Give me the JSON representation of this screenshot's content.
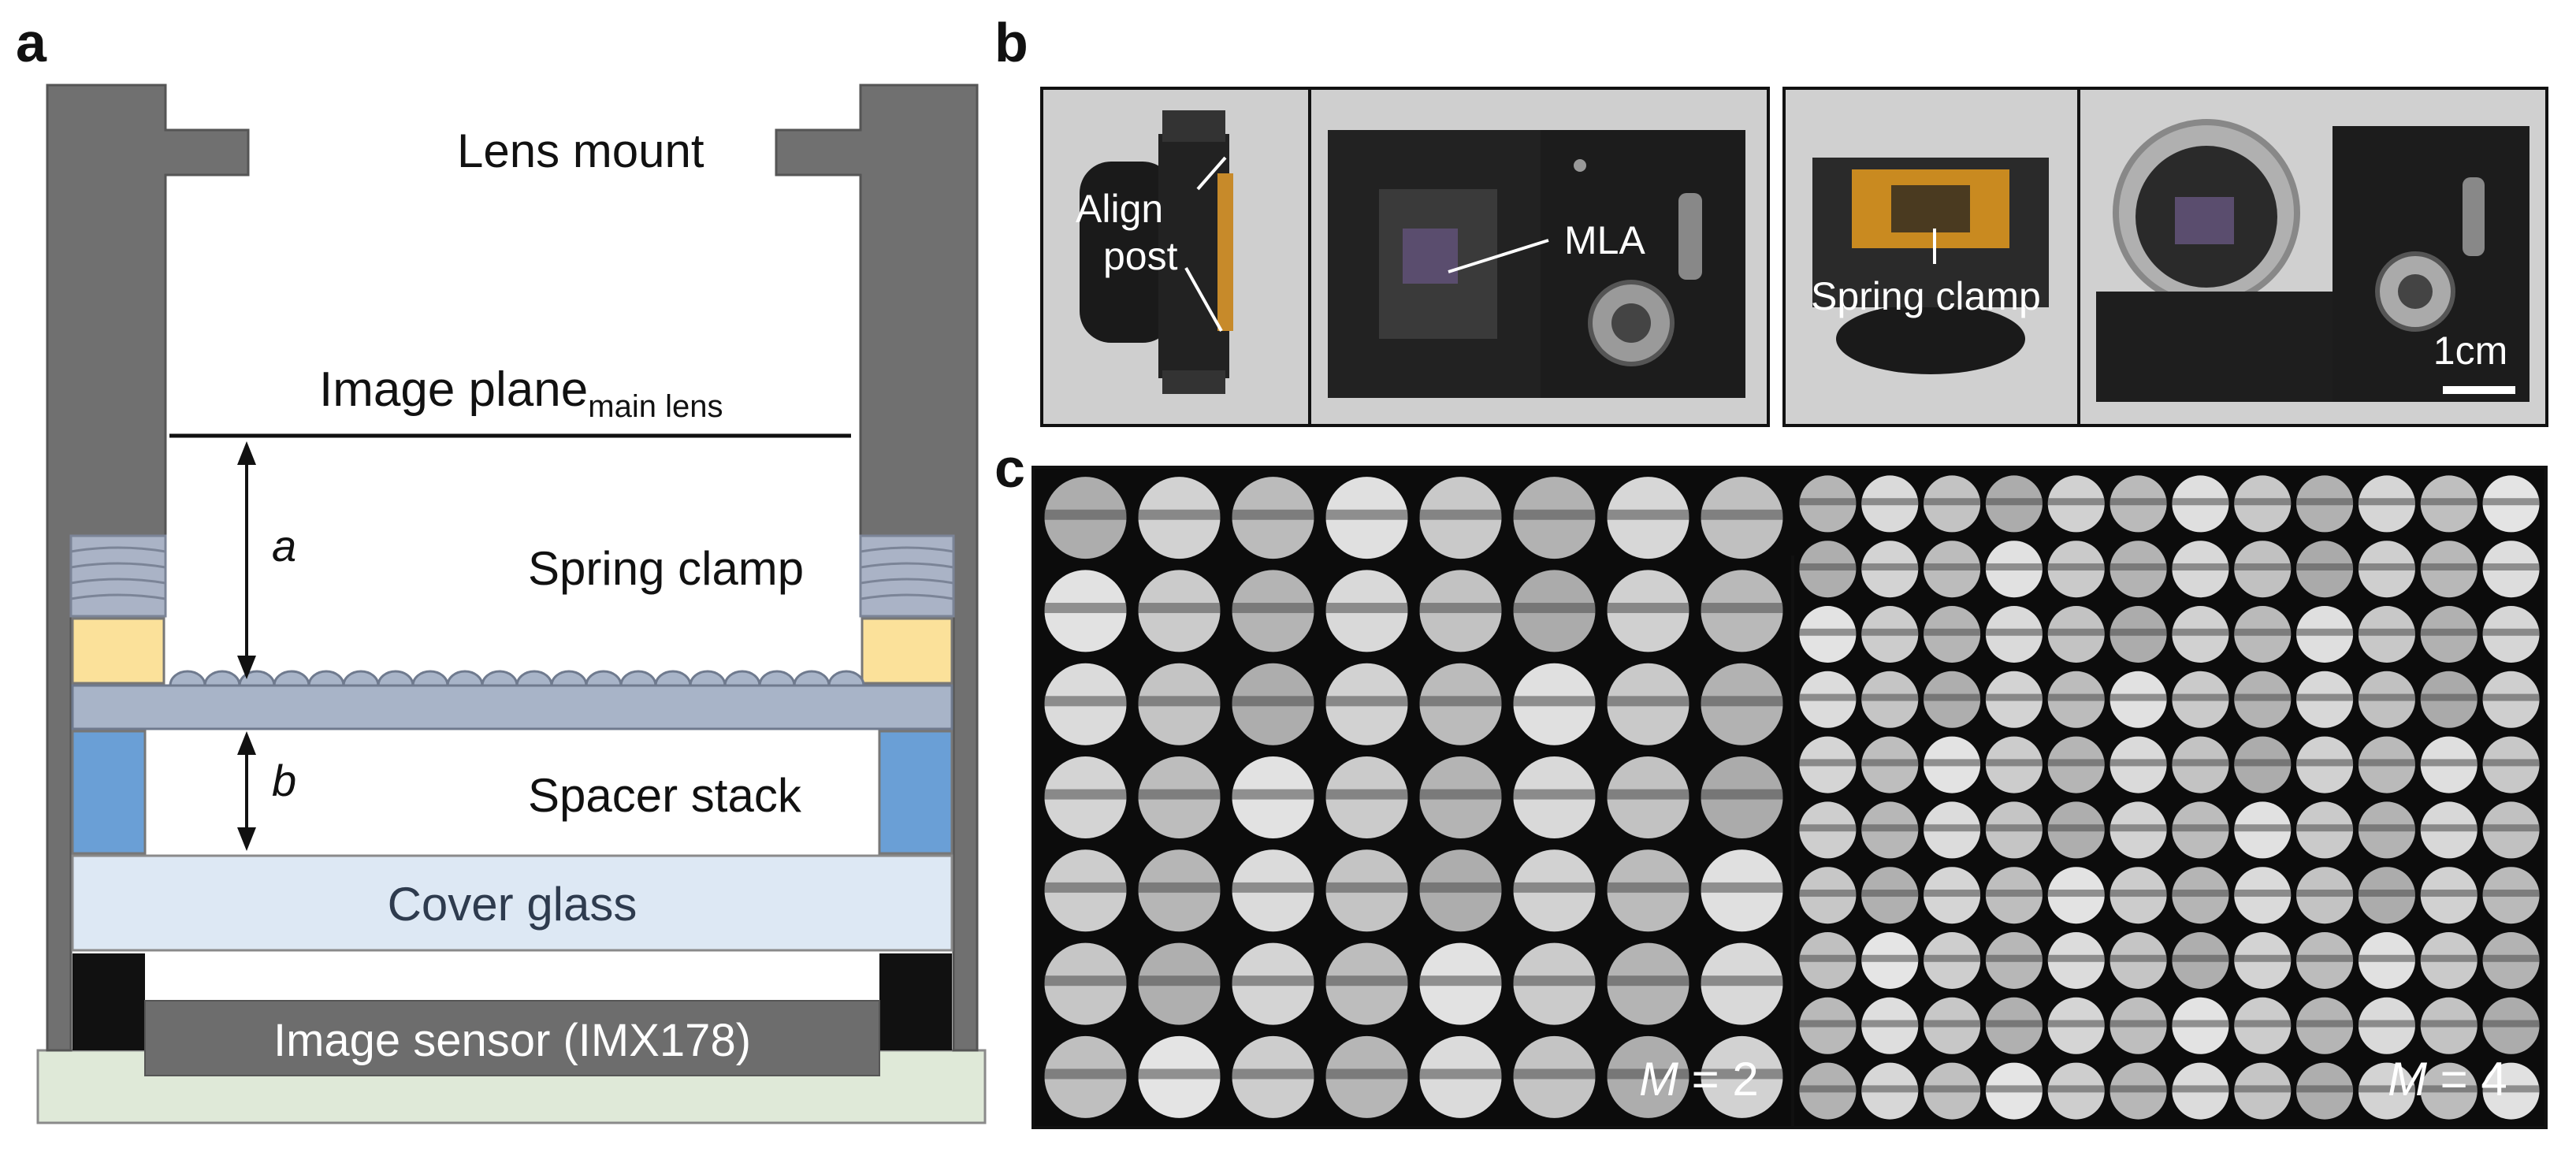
{
  "panels": {
    "a": {
      "letter": "a",
      "labels": {
        "lens_mount": "Lens mount",
        "image_plane": "Image plane",
        "image_plane_sub": "main lens",
        "a_symbol": "a",
        "spring_clamp": "Spring clamp",
        "b_symbol": "b",
        "spacer_stack": "Spacer stack",
        "cover_glass": "Cover glass",
        "image_sensor": "Image sensor (IMX178)"
      }
    },
    "b": {
      "letter": "b",
      "labels": {
        "align_post": "Align\npost",
        "mla": "MLA",
        "spring_clamp": "Spring clamp",
        "scale": "1cm"
      }
    },
    "c": {
      "letter": "c",
      "left_label_var": "M",
      "left_label_val": " = 2",
      "right_label_var": "M",
      "right_label_val": " = 4"
    }
  },
  "colors": {
    "housing": "#707070",
    "spring": "#aab3c6",
    "clamp_pad": "#fbe19a",
    "spacer": "#6a9fd6",
    "mla_plate": "#a8b4c8",
    "cover_glass": "#dde8f4",
    "sensor_block": "#111111",
    "sensor": "#6d6d6d",
    "board": "#dfe9d8"
  }
}
